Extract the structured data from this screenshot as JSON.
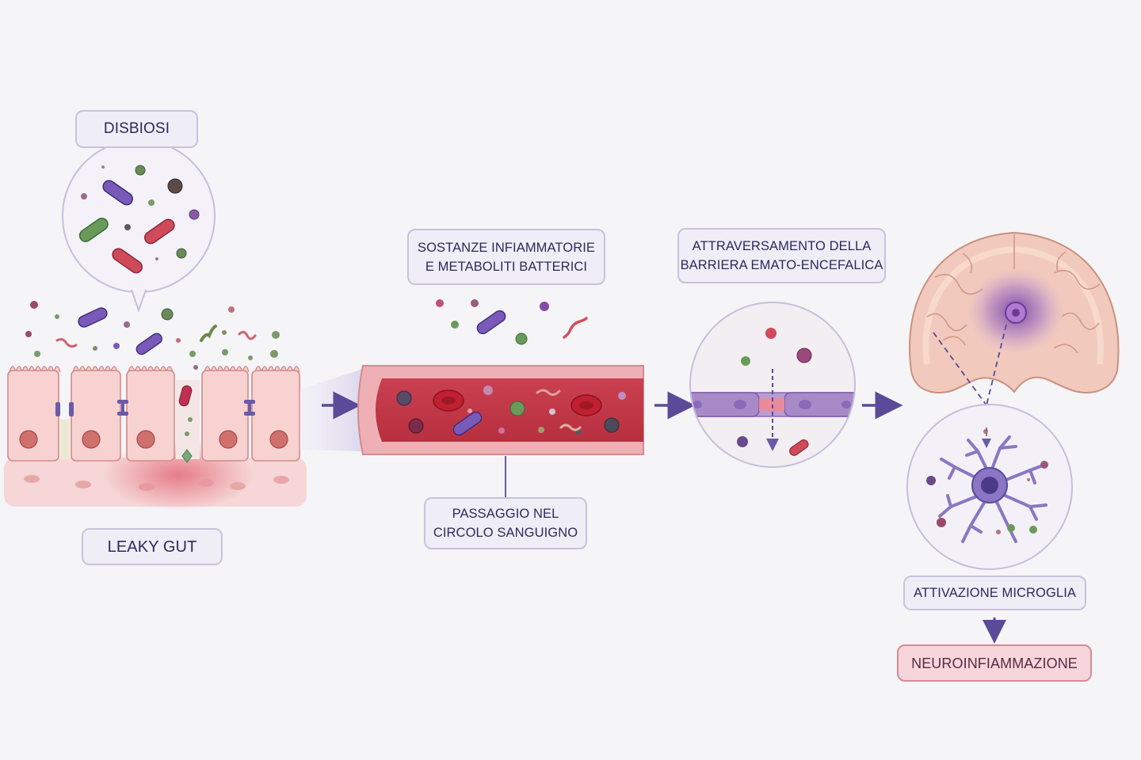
{
  "labels": {
    "dysbiosis": "DISBIOSI",
    "leaky_gut": "LEAKY GUT",
    "inflammatory_substances": "SOSTANZE INFIAMMATORIE\nE METABOLITI BATTERICI",
    "bloodstream": "PASSAGGIO NEL\nCIRCOLO SANGUIGNO",
    "bbb_crossing": "ATTRAVERSAMENTO DELLA\nBARRIERA EMATO-ENCEFALICA",
    "microglia_activation": "ATTIVAZIONE MICROGLIA",
    "neuroinflammation": "NEUROINFIAMMAZIONE"
  },
  "colors": {
    "background": "#f5f4f7",
    "label_fill": "#efedf6",
    "label_border": "#c8c2dc",
    "label_text": "#2d2a5c",
    "arrow": "#5a4a98",
    "alert_fill": "#f6d6da",
    "alert_border": "#d98a95",
    "tissue_pink": "#f6cfcf",
    "blood_red": "#d9505a",
    "microglia_purple": "#8a76c4",
    "brain_pink": "#f1c7bd"
  }
}
